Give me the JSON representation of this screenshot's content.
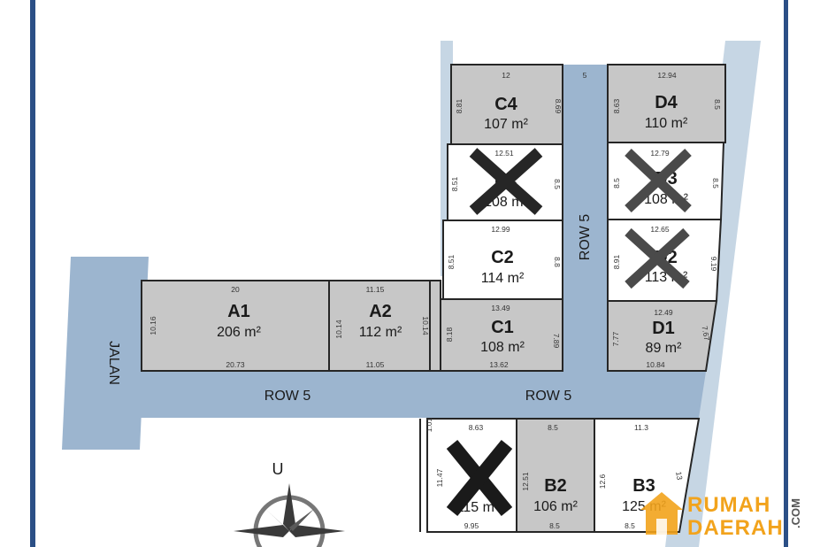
{
  "colors": {
    "road": "#9cb5cf",
    "road_light": "#c6d6e4",
    "lot_gray": "#c7c7c7",
    "lot_white": "#ffffff",
    "outline": "#262626",
    "frame": "#2b4f86",
    "brand_orange": "#f2a31c"
  },
  "roads": {
    "jalan": "JALAN",
    "row5_left": "ROW 5",
    "row5_right": "ROW 5",
    "row5_vertical": "ROW 5",
    "row5_width": "5"
  },
  "compass": {
    "north": "U"
  },
  "brand": {
    "line1": "RUMAH",
    "line2": "DAERAH",
    "suffix": ".COM"
  },
  "lots": [
    {
      "id": "A1",
      "code": "A1",
      "area": "206 m²",
      "status": "available",
      "fill": "gray",
      "dims": {
        "top": "20",
        "bottom": "20.73",
        "left": "10.16"
      }
    },
    {
      "id": "A2",
      "code": "A2",
      "area": "112 m²",
      "status": "available",
      "fill": "gray",
      "dims": {
        "top": "11.15",
        "bottom": "11.05",
        "left": "10.14",
        "right": "10.14"
      }
    },
    {
      "id": "C4",
      "code": "C4",
      "area": "107 m²",
      "status": "available",
      "fill": "gray",
      "dims": {
        "top": "12",
        "left": "8.81",
        "right": "8.69"
      }
    },
    {
      "id": "C3",
      "code": "C3",
      "area": "108 m²",
      "status": "sold",
      "fill": "white",
      "dims": {
        "top": "12.51",
        "left": "8.51",
        "right": "8.5"
      }
    },
    {
      "id": "C2",
      "code": "C2",
      "area": "114 m²",
      "status": "available",
      "fill": "white",
      "dims": {
        "top": "12.99",
        "left": "8.51",
        "right": "8.8"
      }
    },
    {
      "id": "C1",
      "code": "C1",
      "area": "108 m²",
      "status": "available",
      "fill": "gray",
      "dims": {
        "top": "13.49",
        "bottom": "13.62",
        "left": "8.18",
        "right": "7.89"
      }
    },
    {
      "id": "D4",
      "code": "D4",
      "area": "110 m²",
      "status": "available",
      "fill": "gray",
      "dims": {
        "top": "12.94",
        "left": "8.63",
        "right": "8.5"
      }
    },
    {
      "id": "D3",
      "code": "D3",
      "area": "108 m²",
      "status": "sold",
      "fill": "white",
      "dims": {
        "top": "12.79",
        "left": "8.5",
        "right": "8.5"
      }
    },
    {
      "id": "D2",
      "code": "D2",
      "area": "113 m²",
      "status": "sold",
      "fill": "white",
      "dims": {
        "top": "12.65",
        "left": "8.91",
        "right": "9.19"
      }
    },
    {
      "id": "D1",
      "code": "D1",
      "area": "89 m²",
      "status": "available",
      "fill": "gray",
      "dims": {
        "top": "12.49",
        "bottom": "10.84",
        "left": "7.77",
        "right": "7.67"
      }
    },
    {
      "id": "B1",
      "code": "B1",
      "area": "115 m²",
      "status": "sold",
      "fill": "white",
      "dims": {
        "top": "8.63",
        "bottom": "9.95",
        "left": "11.47",
        "extra": "1.01"
      }
    },
    {
      "id": "B2",
      "code": "B2",
      "area": "106 m²",
      "status": "available",
      "fill": "gray",
      "dims": {
        "top": "8.5",
        "bottom": "8.5",
        "left": "12.51"
      }
    },
    {
      "id": "B3",
      "code": "B3",
      "area": "125 m²",
      "status": "available",
      "fill": "white",
      "dims": {
        "top": "11.3",
        "bottom": "8.5",
        "left": "12.6",
        "right": "13"
      }
    }
  ]
}
